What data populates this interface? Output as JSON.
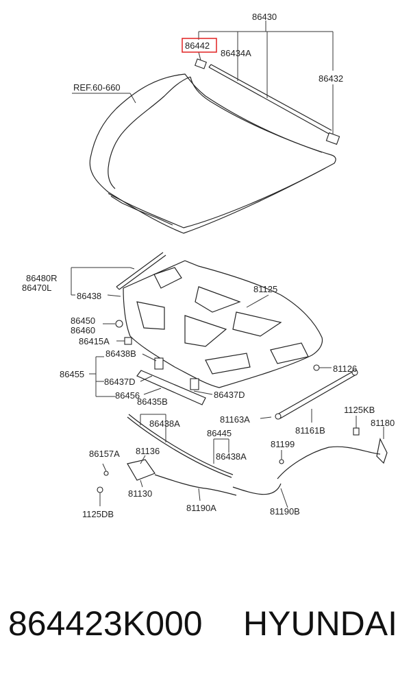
{
  "labels": {
    "l86430": "86430",
    "l86442": "86442",
    "l86434A": "86434A",
    "l86432": "86432",
    "ref": "REF.60-660",
    "l86480R": "86480R",
    "l86470L": "86470L",
    "l86438": "86438",
    "l81125": "81125",
    "l86450": "86450",
    "l86460": "86460",
    "l86415A": "86415A",
    "l86438B": "86438B",
    "l86455": "86455",
    "l86437D_a": "86437D",
    "l86456": "86456",
    "l86437D_b": "86437D",
    "l81126": "81126",
    "l86435B": "86435B",
    "l86438A_a": "86438A",
    "l81163A": "81163A",
    "l1125KB": "1125KB",
    "l81180": "81180",
    "l86445": "86445",
    "l81161B": "81161B",
    "l86438A_b": "86438A",
    "l86157A": "86157A",
    "l81136": "81136",
    "l81199": "81199",
    "l81130": "81130",
    "l1125DB": "1125DB",
    "l81190A": "81190A",
    "l81190B": "81190B"
  },
  "highlight": {
    "part": "86442",
    "color": "#e02020"
  },
  "footer": {
    "part_number": "864423K000",
    "brand": "HYUNDAI"
  }
}
